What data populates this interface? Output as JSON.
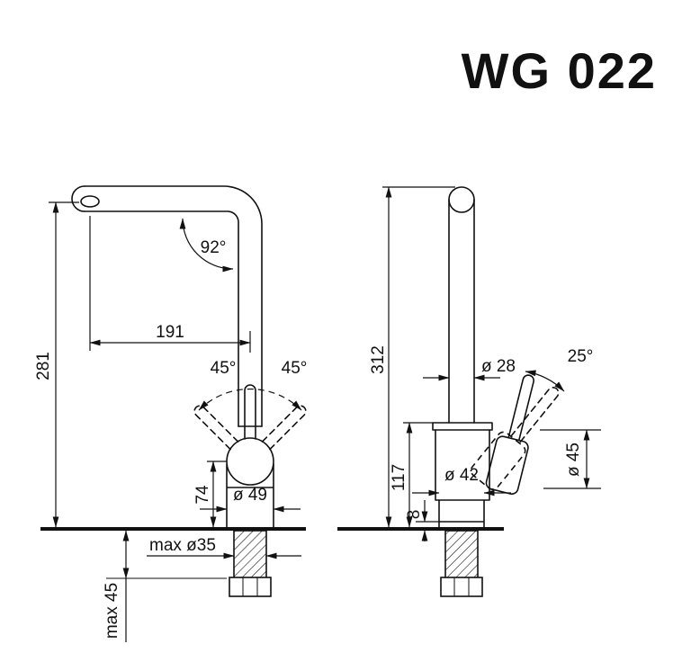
{
  "title": "WG 022",
  "front": {
    "height": "281",
    "reach": "191",
    "spout_angle": "92°",
    "swivel_left": "45°",
    "swivel_right": "45°",
    "body_height": "74",
    "base_diameter": "ø 49",
    "mount_hole": "max ø35",
    "deck_max": "max 45"
  },
  "side": {
    "height": "312",
    "spout_diameter": "ø 28",
    "lever_angle": "25°",
    "body_height": "117",
    "base_lip": "8",
    "base_diameter": "ø 42",
    "lever_diameter": "ø 45"
  }
}
